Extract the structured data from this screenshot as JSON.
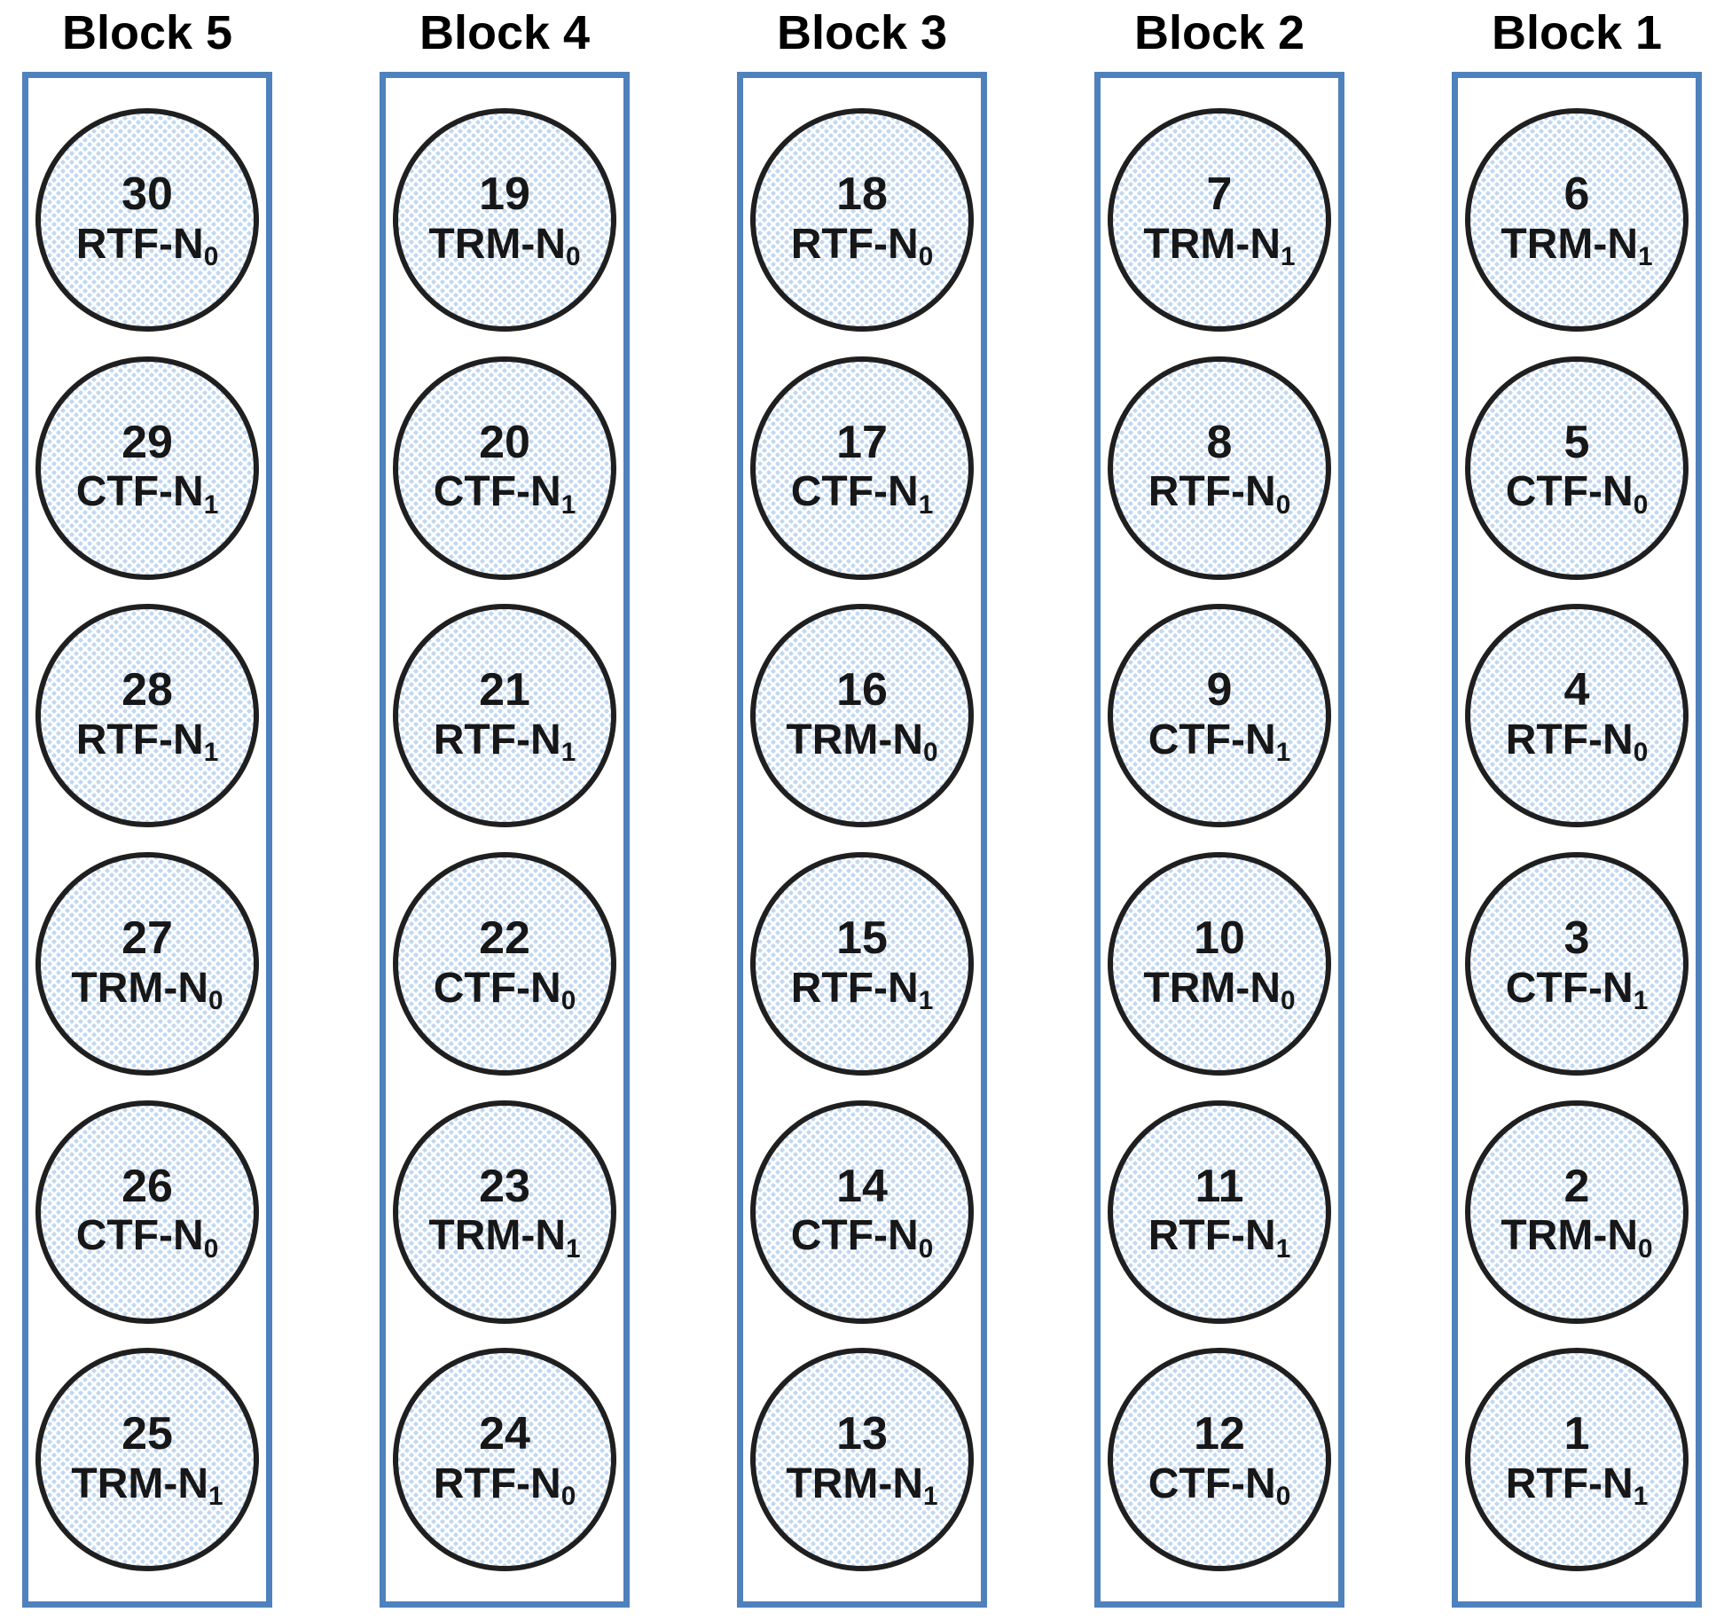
{
  "figure": {
    "description": "Randomized complete block field layout with five blocks of six treatment plots",
    "block_border_color": "#4f81bd",
    "circle_border_color": "#1f1f1f",
    "circle_dot_fill_color": "#c2d8f0",
    "blocks": [
      {
        "title": "Block 5",
        "plots": [
          {
            "number": "30",
            "treatment": "RTF-N",
            "subscript": "0"
          },
          {
            "number": "29",
            "treatment": "CTF-N",
            "subscript": "1"
          },
          {
            "number": "28",
            "treatment": "RTF-N",
            "subscript": "1"
          },
          {
            "number": "27",
            "treatment": "TRM-N",
            "subscript": "0"
          },
          {
            "number": "26",
            "treatment": "CTF-N",
            "subscript": "0"
          },
          {
            "number": "25",
            "treatment": "TRM-N",
            "subscript": "1"
          }
        ]
      },
      {
        "title": "Block 4",
        "plots": [
          {
            "number": "19",
            "treatment": "TRM-N",
            "subscript": "0"
          },
          {
            "number": "20",
            "treatment": "CTF-N",
            "subscript": "1"
          },
          {
            "number": "21",
            "treatment": "RTF-N",
            "subscript": "1"
          },
          {
            "number": "22",
            "treatment": "CTF-N",
            "subscript": "0"
          },
          {
            "number": "23",
            "treatment": "TRM-N",
            "subscript": "1"
          },
          {
            "number": "24",
            "treatment": "RTF-N",
            "subscript": "0"
          }
        ]
      },
      {
        "title": "Block 3",
        "plots": [
          {
            "number": "18",
            "treatment": "RTF-N",
            "subscript": "0"
          },
          {
            "number": "17",
            "treatment": "CTF-N",
            "subscript": "1"
          },
          {
            "number": "16",
            "treatment": "TRM-N",
            "subscript": "0"
          },
          {
            "number": "15",
            "treatment": "RTF-N",
            "subscript": "1"
          },
          {
            "number": "14",
            "treatment": "CTF-N",
            "subscript": "0"
          },
          {
            "number": "13",
            "treatment": "TRM-N",
            "subscript": "1"
          }
        ]
      },
      {
        "title": "Block 2",
        "plots": [
          {
            "number": "7",
            "treatment": "TRM-N",
            "subscript": "1"
          },
          {
            "number": "8",
            "treatment": "RTF-N",
            "subscript": "0"
          },
          {
            "number": "9",
            "treatment": "CTF-N",
            "subscript": "1"
          },
          {
            "number": "10",
            "treatment": "TRM-N",
            "subscript": "0"
          },
          {
            "number": "11",
            "treatment": "RTF-N",
            "subscript": "1"
          },
          {
            "number": "12",
            "treatment": "CTF-N",
            "subscript": "0"
          }
        ]
      },
      {
        "title": "Block 1",
        "plots": [
          {
            "number": "6",
            "treatment": "TRM-N",
            "subscript": "1"
          },
          {
            "number": "5",
            "treatment": "CTF-N",
            "subscript": "0"
          },
          {
            "number": "4",
            "treatment": "RTF-N",
            "subscript": "0"
          },
          {
            "number": "3",
            "treatment": "CTF-N",
            "subscript": "1"
          },
          {
            "number": "2",
            "treatment": "TRM-N",
            "subscript": "0"
          },
          {
            "number": "1",
            "treatment": "RTF-N",
            "subscript": "1"
          }
        ]
      }
    ]
  }
}
